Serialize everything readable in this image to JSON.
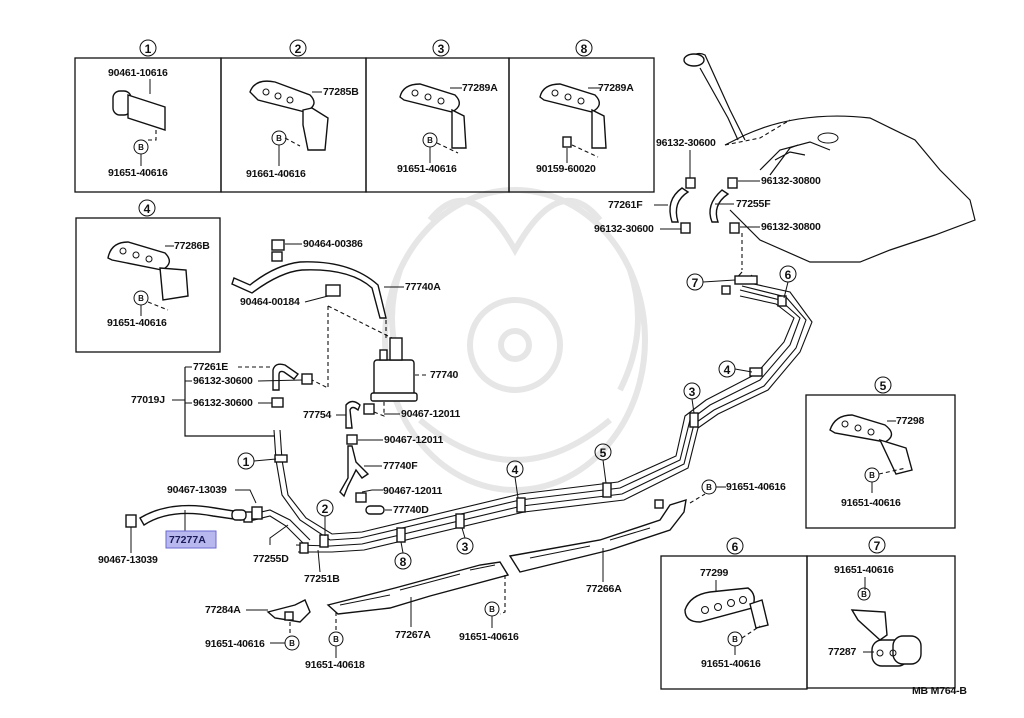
{
  "diagram": {
    "title": "Fuel tube & clamp / charcoal canister parts diagram",
    "catalog_code": "MB M764-B",
    "highlight_color": "#b8b8ee",
    "highlighted_part": "77277A"
  },
  "inset_boxes": [
    {
      "callout": "1",
      "parts": [
        {
          "label": "90461-10616"
        },
        {
          "label": "B"
        },
        {
          "label": "91651-40616"
        }
      ]
    },
    {
      "callout": "2",
      "parts": [
        {
          "label": "77285B"
        },
        {
          "label": "B"
        },
        {
          "label": "91661-40616"
        }
      ]
    },
    {
      "callout": "3",
      "parts": [
        {
          "label": "77289A"
        },
        {
          "label": "B"
        },
        {
          "label": "91651-40616"
        }
      ]
    },
    {
      "callout": "8",
      "parts": [
        {
          "label": "77289A"
        },
        {
          "label": "90159-60020"
        }
      ]
    },
    {
      "callout": "4",
      "parts": [
        {
          "label": "77286B"
        },
        {
          "label": "B"
        },
        {
          "label": "91651-40616"
        }
      ]
    },
    {
      "callout": "5",
      "parts": [
        {
          "label": "77298"
        },
        {
          "label": "B"
        },
        {
          "label": "91651-40616"
        }
      ]
    },
    {
      "callout": "6",
      "parts": [
        {
          "label": "77299"
        },
        {
          "label": "B"
        },
        {
          "label": "91651-40616"
        }
      ]
    },
    {
      "callout": "7",
      "parts": [
        {
          "label": "91651-40616"
        },
        {
          "label": "B"
        },
        {
          "label": "77287"
        }
      ]
    }
  ],
  "tank_area": {
    "labels": {
      "clip_upper_left": "96132-30600",
      "clip_upper_right": "96132-30800",
      "hose_left": "77261F",
      "hose_right": "77255F",
      "clip_lower_left": "96132-30600",
      "clip_lower_right": "96132-30800"
    }
  },
  "canister_area": {
    "labels": {
      "clamp_top": "90464-00386",
      "hose_top": "77740A",
      "clamp_mid": "90464-00184",
      "canister": "77740",
      "hose_e": "77261E",
      "clip_1": "96132-30600",
      "group": "77019J",
      "clip_2": "96132-30600",
      "hose_754": "77754",
      "clip_3": "90467-12011",
      "clip_4": "90467-12011",
      "tube_f": "77740F",
      "clip_5": "90467-12011",
      "plug_d": "77740D"
    }
  },
  "lower_area": {
    "labels": {
      "clip_hose_top": "90467-13039",
      "hose_highlight": "77277A",
      "clip_hose_bottom": "90467-13039",
      "tube_255d": "77255D",
      "tube_251b": "77251B",
      "bracket_284a": "77284A",
      "bolt_284a": "91651-40616",
      "protector_267a": "77267A",
      "bolt_267a_left": "91651-40618",
      "bolt_267a_right": "91651-40616",
      "protector_266a": "77266A",
      "bolt_266a": "91651-40616"
    },
    "callouts": [
      "1",
      "2",
      "8",
      "3",
      "4",
      "5",
      "3",
      "4",
      "6",
      "7"
    ]
  }
}
